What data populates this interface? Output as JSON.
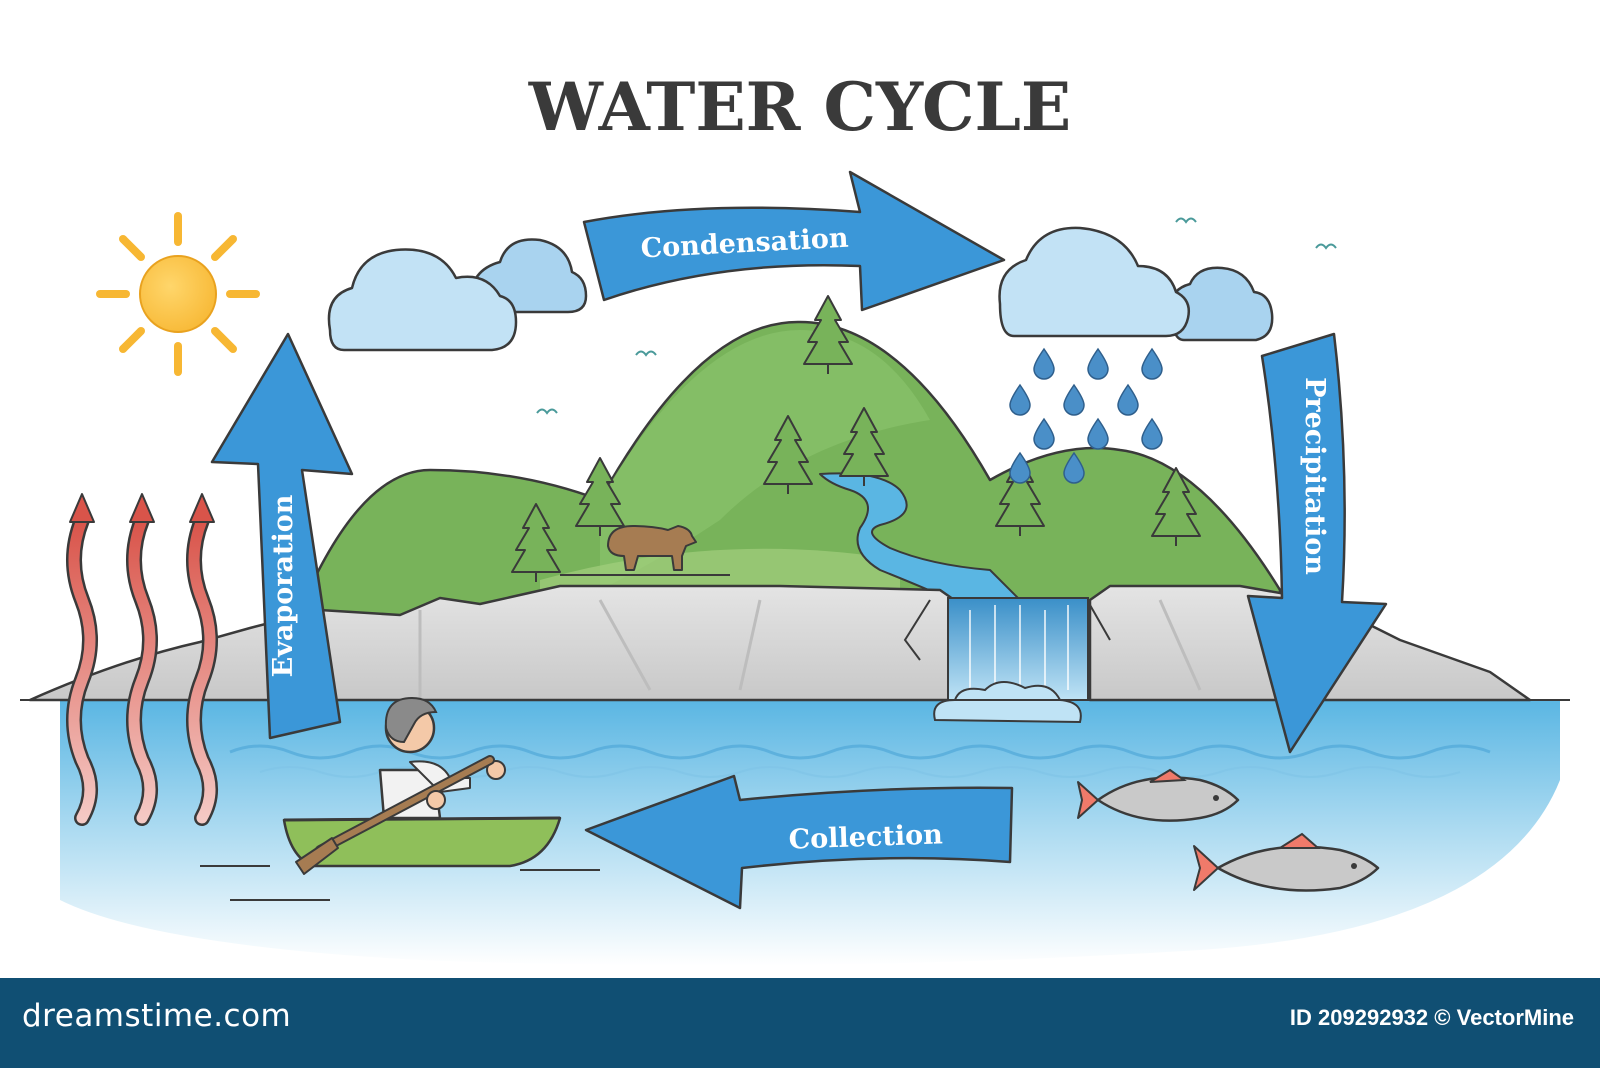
{
  "title": "WATER CYCLE",
  "stages": {
    "condensation": "Condensation",
    "precipitation": "Precipitation",
    "collection": "Collection",
    "evaporation": "Evaporation"
  },
  "footer": {
    "brand": "dreamstime.com",
    "id_text": "ID 209292932",
    "separator": "©",
    "author": "VectorMine",
    "background_color": "#104f73"
  },
  "colors": {
    "arrow_blue": "#3b97d8",
    "hill_green": "#78b35a",
    "water_blue": "#5ab6e3",
    "sun_yellow": "#f7b733",
    "heat_red": "#d9544a"
  },
  "icons": [
    "sun-icon",
    "cloud-icon",
    "raindrop-icon",
    "bird-icon",
    "tree-icon",
    "bear-icon",
    "fish-icon",
    "boat-icon",
    "person-icon",
    "heat-wave-icon"
  ]
}
